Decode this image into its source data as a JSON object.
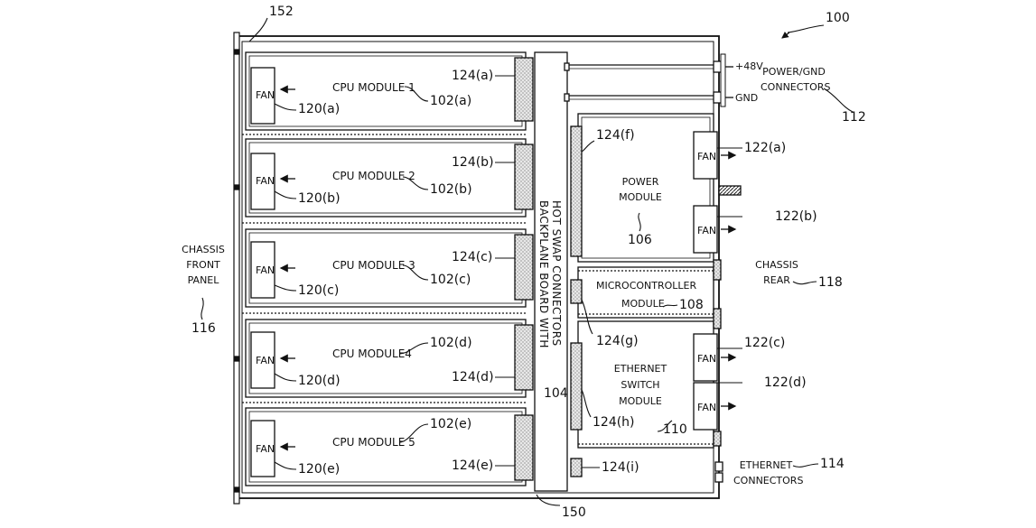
{
  "ref_100": "100",
  "ref_152": "152",
  "ref_150": "150",
  "chassis_front": {
    "lines": [
      "CHASSIS",
      "FRONT",
      "PANEL"
    ],
    "ref": "116"
  },
  "chassis_rear": {
    "lines": [
      "CHASSIS",
      "REAR"
    ],
    "ref": "118"
  },
  "power_gnd": {
    "lines": [
      "POWER/GND",
      "CONNECTORS"
    ],
    "ref": "112",
    "plus48": "+48V",
    "gnd": "GND"
  },
  "ethernet_connectors": {
    "lines": [
      "ETHERNET",
      "CONNECTORS"
    ],
    "ref": "114"
  },
  "backplane": {
    "lines": [
      "BACKPLANE BOARD WITH",
      "HOT SWAP CONNECTORS"
    ],
    "ref": "104"
  },
  "fan_label": "FAN",
  "cpu_modules": [
    {
      "name": "CPU MODULE 1",
      "ref": "102(a)",
      "fan_ref": "120(a)",
      "conn_ref": "124(a)"
    },
    {
      "name": "CPU MODULE 2",
      "ref": "102(b)",
      "fan_ref": "120(b)",
      "conn_ref": "124(b)"
    },
    {
      "name": "CPU MODULE 3",
      "ref": "102(c)",
      "fan_ref": "120(c)",
      "conn_ref": "124(c)"
    },
    {
      "name": "CPU MODULE4",
      "ref": "102(d)",
      "fan_ref": "120(d)",
      "conn_ref": "124(d)"
    },
    {
      "name": "CPU MODULE 5",
      "ref": "102(e)",
      "fan_ref": "120(e)",
      "conn_ref": "124(e)"
    }
  ],
  "power_module": {
    "lines": [
      "POWER",
      "MODULE"
    ],
    "ref": "106",
    "conn_ref": "124(f)",
    "fan_refs": [
      "122(a)",
      "122(b)"
    ]
  },
  "microcontroller_module": {
    "lines": [
      "MICROCONTROLLER",
      "MODULE"
    ],
    "ref": "108",
    "conn_ref": "124(g)"
  },
  "ethernet_switch_module": {
    "lines": [
      "ETHERNET",
      "SWITCH",
      "MODULE"
    ],
    "ref": "110",
    "conn_ref": "124(h)",
    "fan_refs": [
      "122(c)",
      "122(d)"
    ]
  },
  "conn_i_ref": "124(i)"
}
